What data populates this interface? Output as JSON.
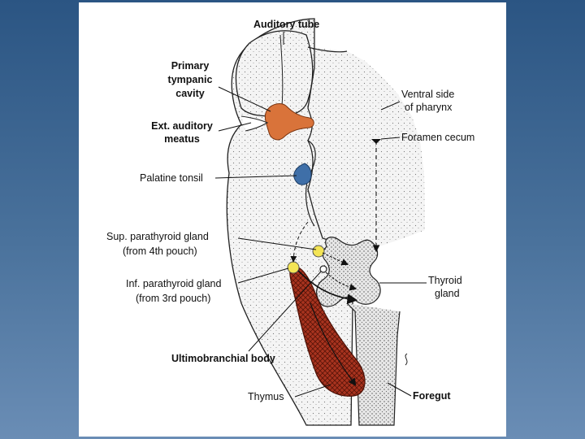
{
  "labels": {
    "auditory_tube": "Auditory tube",
    "primary_tympanic_1": "Primary",
    "primary_tympanic_2": "tympanic",
    "primary_tympanic_3": "cavity",
    "ext_auditory_1": "Ext. auditory",
    "ext_auditory_2": "meatus",
    "palatine_tonsil": "Palatine tonsil",
    "sup_parathyroid_1": "Sup. parathyroid gland",
    "sup_parathyroid_2": "(from 4th pouch)",
    "inf_parathyroid_1": "Inf. parathyroid gland",
    "inf_parathyroid_2": "(from 3rd pouch)",
    "ultimobranchial": "Ultimobranchial body",
    "thymus": "Thymus",
    "ventral_side_1": "Ventral side",
    "ventral_side_2": "of pharynx",
    "foramen_cecum": "Foramen cecum",
    "thyroid_1": "Thyroid",
    "thyroid_2": "gland",
    "foregut": "Foregut"
  },
  "colors": {
    "tympanic": "#d9733a",
    "tonsil": "#3f6fa8",
    "parathyroid": "#f3e455",
    "thymus": "#a8331f"
  }
}
